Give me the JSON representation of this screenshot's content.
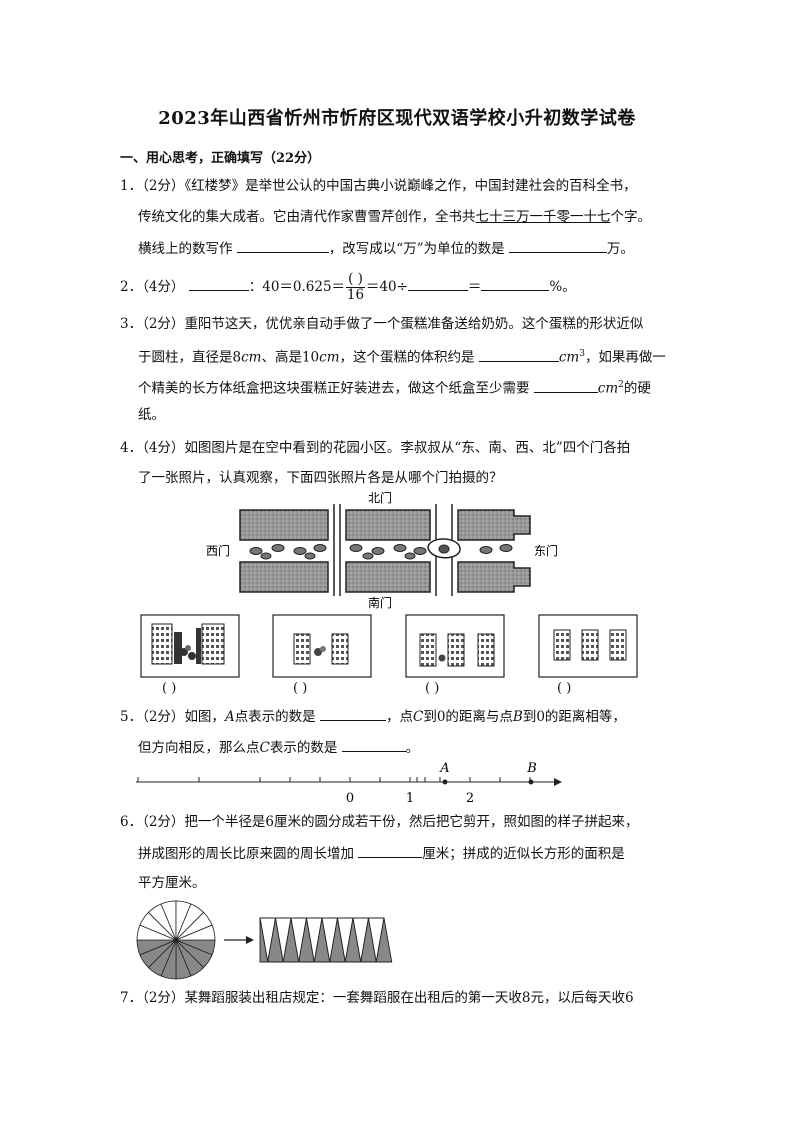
{
  "title": "2023年山西省忻州市忻府区现代双语学校小升初数学试卷",
  "section1": "一、用心思考，正确填写（22分）",
  "q1": {
    "num": "1．",
    "score": "（2分）",
    "l1": "《红楼梦》是举世公认的中国古典小说巅峰之作，中国封建社会的百科全书，",
    "l2a": "传统文化的集大成者。它由清代作家曹雪芹创作，全书共",
    "l2u": "七十三万一千零一十七",
    "l2b": "个字。",
    "l3a": "横线上的数写作",
    "l3b": "，改写成以“万”为单位的数是",
    "l3c": "万。"
  },
  "q2": {
    "num": "2．",
    "score": "（4分）",
    "a": "：40＝0.625＝",
    "frac_num": "( )",
    "frac_den": "16",
    "b": "＝40÷",
    "c": "＝",
    "d": "%。"
  },
  "q3": {
    "num": "3．",
    "score": "（2分）",
    "l1": "重阳节这天，优优亲自动手做了一个蛋糕准备送给奶奶。这个蛋糕的形状近似",
    "l2a": "于圆柱，直径是",
    "l2b": "8",
    "l2c": "cm",
    "l2d": "、高是",
    "l2e": "10",
    "l2f": "cm",
    "l2g": "，这个蛋糕的体积约是",
    "l2h": "cm",
    "l2sup": "3",
    "l2i": "，如果再做一",
    "l3a": "个精美的长方体纸盒把这块蛋糕正好装进去，做这个纸盒至少需要",
    "l3b": "cm",
    "l3sup": "2",
    "l3c": "的硬",
    "l4": "纸。"
  },
  "q4": {
    "num": "4．",
    "score": "（4分）",
    "l1": "如图图片是在空中看到的花园小区。李叔叔从“东、南、西、北”四个门各拍",
    "l2": "了一张照片，认真观察，下面四张照片各是从哪个门拍摄的？",
    "north": "北门",
    "south": "南门",
    "west": "西门",
    "east": "东门",
    "answers": [
      "(        )",
      "(        )",
      "(        )",
      "(        )"
    ]
  },
  "q5": {
    "num": "5．",
    "score": "（2分）",
    "l1a": "如图，",
    "l1b": "A",
    "l1c": "点表示的数是",
    "l1d": "，点",
    "l1e": "C",
    "l1f": "到0的距离与点",
    "l1g": "B",
    "l1h": "到0的距离相等，",
    "l2a": "但方向相反，那么点",
    "l2b": "C",
    "l2c": "表示的数是",
    "l2d": "。",
    "labels": [
      "0",
      "1",
      "2",
      "A",
      "B"
    ]
  },
  "q6": {
    "num": "6．",
    "score": "（2分）",
    "l1": "把一个半径是6厘米的圆分成若干份，然后把它剪开，照如图的样子拼起来，",
    "l2a": "拼成图形的周长比原来圆的周长增加",
    "l2b": "厘米；拼成的近似长方形的面积是",
    "l3": "平方厘米。"
  },
  "q7": {
    "num": "7．",
    "score": "（2分）",
    "l1": "某舞蹈服装出租店规定：一套舞蹈服在出租后的第一天收8元，以后每天收6"
  }
}
